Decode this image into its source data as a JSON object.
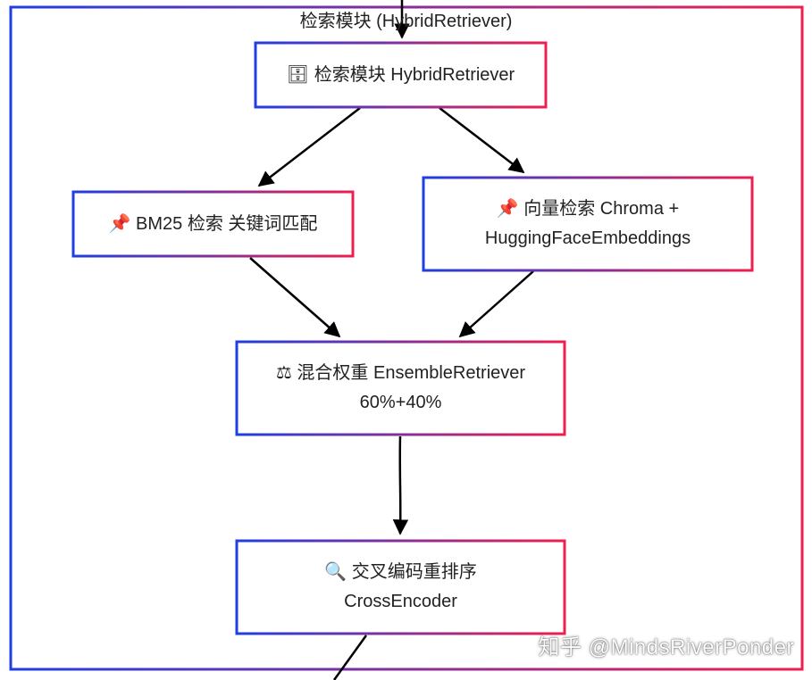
{
  "colors": {
    "border_start": "#1f3fe0",
    "border_end": "#ee1f4f",
    "arrow": "#000000",
    "text": "#222222"
  },
  "subgraph": {
    "title": "检索模块 (HybridRetriever)"
  },
  "nodes": {
    "hybrid_retriever": {
      "icon": "🗄",
      "label": "🗄 检索模块 HybridRetriever"
    },
    "bm25": {
      "icon": "📌",
      "label": "📌 BM25 检索 关键词匹配"
    },
    "vector": {
      "icon": "📌",
      "line1": "📌 向量检索 Chroma +",
      "line2": "HuggingFaceEmbeddings"
    },
    "ensemble": {
      "icon": "⚖",
      "line1": "⚖ 混合权重 EnsembleRetriever",
      "line2": "60%+40%"
    },
    "cross_encoder": {
      "icon": "🔍",
      "line1": "🔍 交叉编码重排序",
      "line2": "CrossEncoder"
    }
  },
  "watermark": "知乎 @MindsRiverPonder"
}
